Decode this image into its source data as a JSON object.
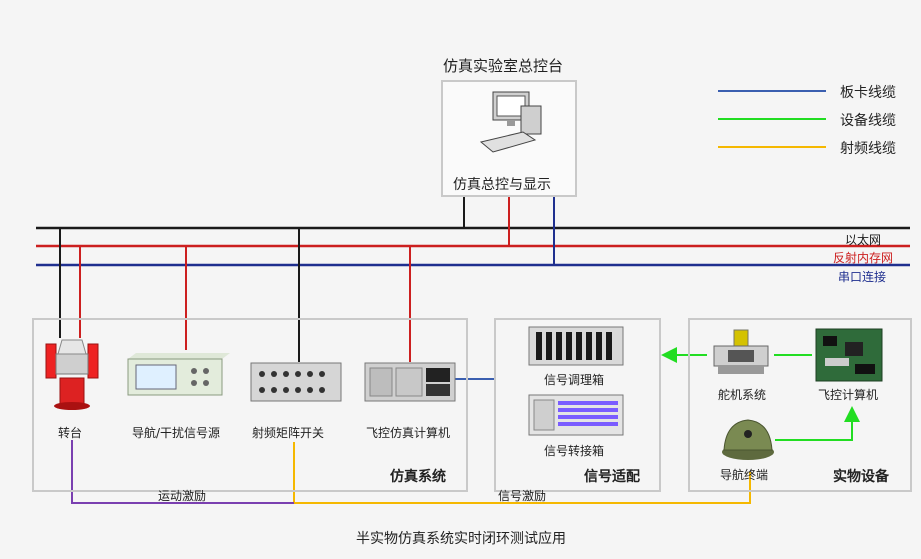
{
  "control": {
    "title": "仿真实验室总控台",
    "station_label": "仿真总控与显示"
  },
  "legend": [
    {
      "label": "板卡线缆",
      "color": "#3a5fb0"
    },
    {
      "label": "设备线缆",
      "color": "#22dd22"
    },
    {
      "label": "射频线缆",
      "color": "#f5b800"
    }
  ],
  "buses": [
    {
      "label": "以太网",
      "color": "#1a1a1a"
    },
    {
      "label": "反射内存网",
      "color": "#cc1f1f"
    },
    {
      "label": "串口连接",
      "color": "#1f2f8f"
    }
  ],
  "groups": {
    "sim": {
      "title": "仿真系统",
      "devices": [
        "转台",
        "导航/干扰信号源",
        "射频矩阵开关",
        "飞控仿真计算机"
      ]
    },
    "adapt": {
      "title": "信号适配",
      "devices": [
        "信号调理箱",
        "信号转接箱"
      ]
    },
    "phys": {
      "title": "实物设备",
      "devices": [
        "舵机系统",
        "飞控计算机",
        "导航终端"
      ]
    }
  },
  "links": {
    "motion": "运动激励",
    "signal": "信号激励"
  },
  "caption": "半实物仿真系统实时闭环测试应用"
}
